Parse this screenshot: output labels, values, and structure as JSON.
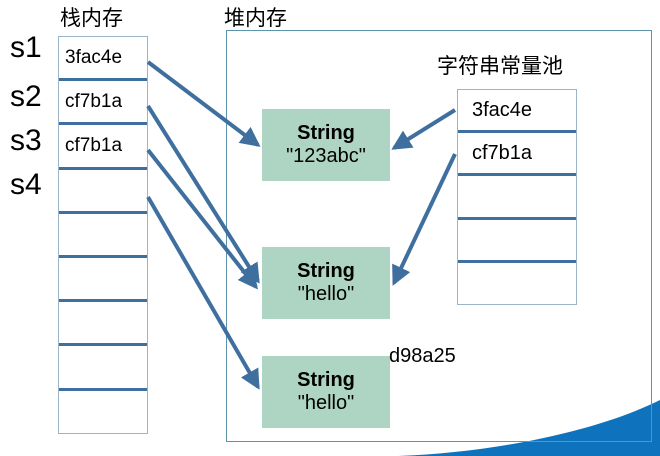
{
  "diagram": {
    "title_stack": "栈内存",
    "title_heap": "堆内存",
    "title_pool": "字符串常量池",
    "colors": {
      "arrow": "#3f6f9f",
      "row_divider": "#3f6f9f",
      "table_border": "#9cb4c8",
      "heap_border": "#5e92ad",
      "string_object": "#aed4c3",
      "decoration": "#0f72bd"
    }
  },
  "stack": {
    "label": "栈内存",
    "variables": [
      {
        "name": "s1"
      },
      {
        "name": "s2"
      },
      {
        "name": "s3"
      },
      {
        "name": "s4"
      }
    ],
    "rows": [
      {
        "value": "3fac4e"
      },
      {
        "value": "cf7b1a"
      },
      {
        "value": "cf7b1a"
      },
      {
        "value": ""
      },
      {
        "value": ""
      },
      {
        "value": ""
      },
      {
        "value": ""
      },
      {
        "value": ""
      },
      {
        "value": ""
      }
    ]
  },
  "heap": {
    "label": "堆内存",
    "objects": [
      {
        "type": "String",
        "value": "\"123abc\""
      },
      {
        "type": "String",
        "value": "\"hello\""
      },
      {
        "type": "String",
        "value": "\"hello\""
      }
    ],
    "floating_note": "d98a25"
  },
  "pool": {
    "label": "字符串常量池",
    "rows": [
      {
        "value": "3fac4e"
      },
      {
        "value": "cf7b1a"
      },
      {
        "value": ""
      },
      {
        "value": ""
      },
      {
        "value": ""
      }
    ]
  },
  "arrows": [
    {
      "from": "stack-row-0",
      "to": "heap-object-0"
    },
    {
      "from": "stack-row-1",
      "to": "heap-object-1"
    },
    {
      "from": "stack-row-2",
      "to": "heap-object-1"
    },
    {
      "from": "stack-row-3",
      "to": "heap-object-2"
    },
    {
      "from": "pool-row-0",
      "to": "heap-object-0"
    },
    {
      "from": "pool-row-1",
      "to": "heap-object-1"
    }
  ]
}
